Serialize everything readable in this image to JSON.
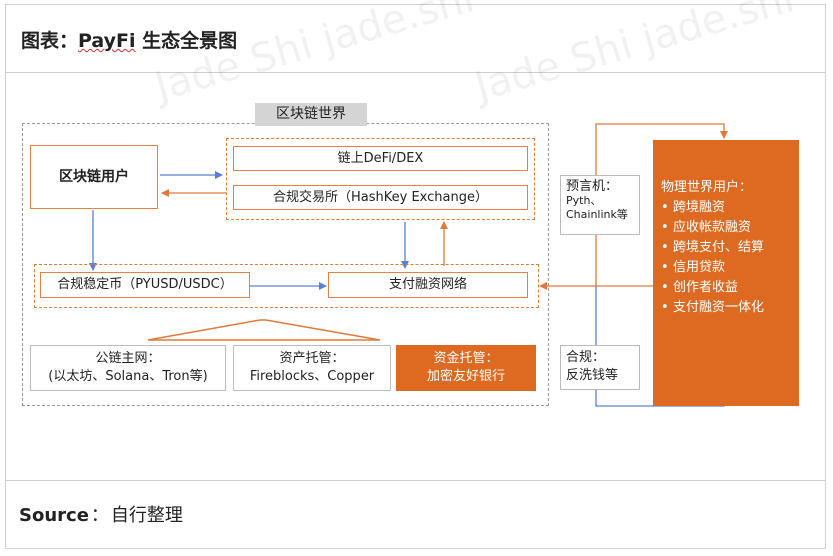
{
  "header": {
    "title_prefix": "图表：",
    "title_brand": "PayFi",
    "title_suffix": "生态全景图"
  },
  "watermark": "Jade Shi jade.shi",
  "diagram": {
    "region_label": "区块链世界",
    "blockchain_users": "区块链用户",
    "onchain_defi": "链上DeFi/DEX",
    "compliant_exchange": "合规交易所（HashKey Exchange）",
    "stablecoin": "合规稳定币（PYUSD/USDC）",
    "payment_network": "支付融资网络",
    "public_chain_line1": "公链主网：",
    "public_chain_line2": "(以太坊、Solana、Tron等)",
    "asset_custody_line1": "资产托管：",
    "asset_custody_line2": "Fireblocks、Copper",
    "fund_custody_line1": "资金托管：",
    "fund_custody_line2": "加密友好银行",
    "oracle_title": "预言机：",
    "oracle_line1": "Pyth、",
    "oracle_line2": "Chainlink等",
    "compliance_line1": "合规：",
    "compliance_line2": "反洗钱等",
    "physical_title": "物理世界用户：",
    "physical_items": [
      "跨境融资",
      "应收帐款融资",
      "跨境支付、结算",
      "信用贷款",
      "创作者收益",
      "支付融资一体化"
    ]
  },
  "footer": {
    "source_label": "Source",
    "source_colon": "：",
    "source_text": "自行整理"
  },
  "colors": {
    "accent_orange": "#de6a22",
    "arrow_blue": "#5b7fd0",
    "border_gray": "#cfcfcf"
  }
}
